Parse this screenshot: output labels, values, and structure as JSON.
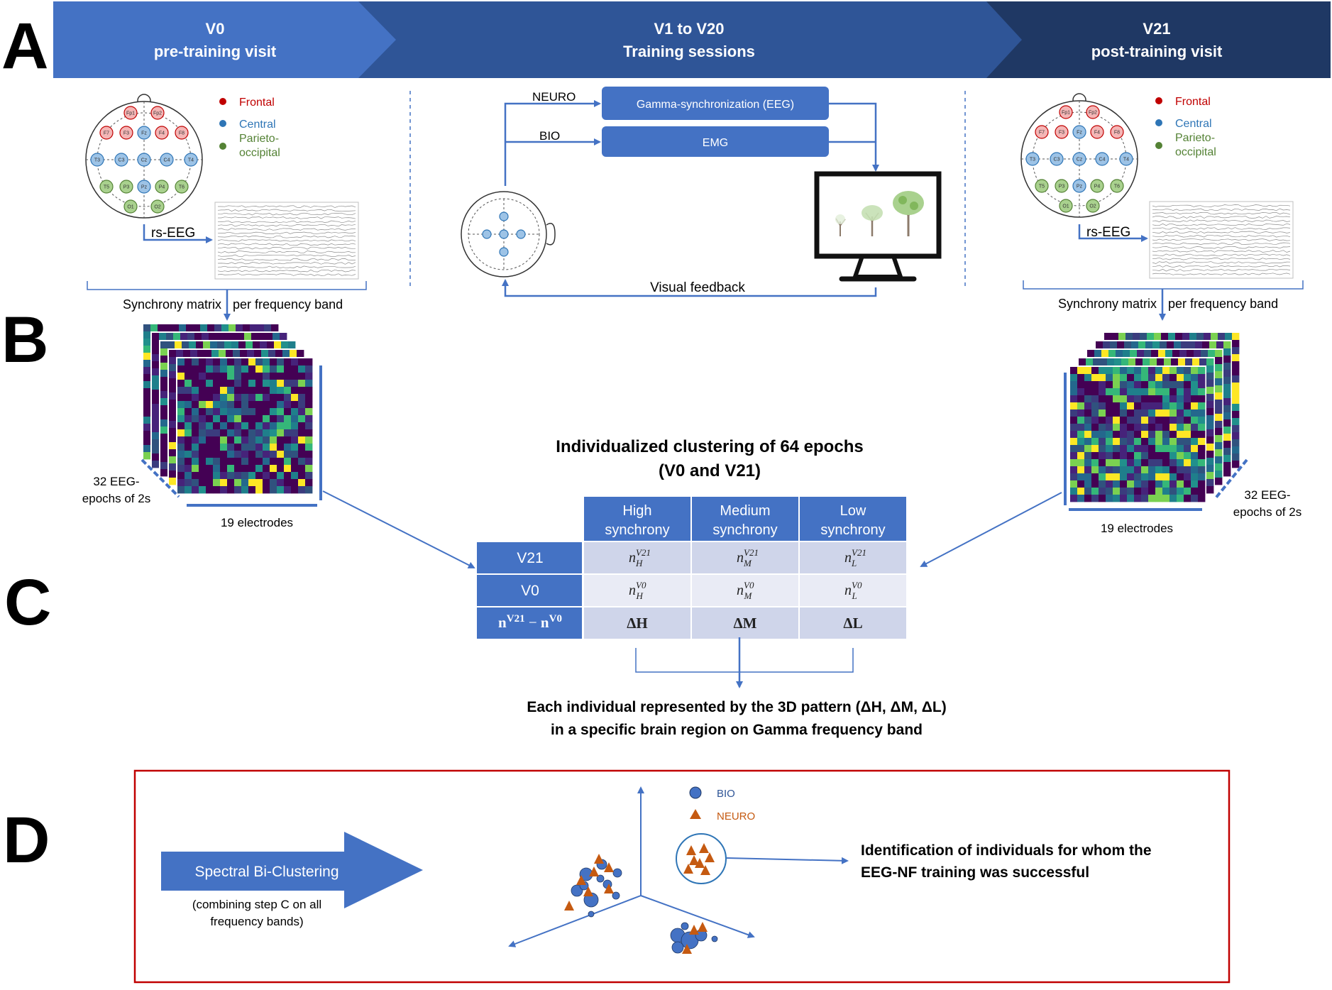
{
  "panel_letters": {
    "a": "A",
    "b": "B",
    "c": "C",
    "d": "D"
  },
  "banner": {
    "v0": {
      "line1": "V0",
      "line2": "pre-training visit"
    },
    "v1_20": {
      "line1": "V1 to V20",
      "line2": "Training sessions"
    },
    "v21": {
      "line1": "V21",
      "line2": "post-training visit"
    },
    "colors": {
      "v0": "#4472C4",
      "v1_20": "#2F5597",
      "v21": "#1F3864"
    }
  },
  "legend": {
    "frontal": "Frontal",
    "central": "Central",
    "parieto_line1": "Parieto-",
    "parieto_line2": "occipital"
  },
  "region_colors": {
    "frontal": "#C00000",
    "central": "#2E75B6",
    "parieto": "#548235"
  },
  "electrodes": {
    "labels": [
      "Fp1",
      "Fp2",
      "F7",
      "F3",
      "Fz",
      "F4",
      "F8",
      "T3",
      "C3",
      "Cz",
      "C4",
      "T4",
      "T5",
      "P3",
      "Pz",
      "P4",
      "T6",
      "O1",
      "O2"
    ],
    "regions": [
      "frontal",
      "frontal",
      "frontal",
      "frontal",
      "central",
      "frontal",
      "frontal",
      "central",
      "central",
      "central",
      "central",
      "central",
      "parieto",
      "parieto",
      "central",
      "parieto",
      "parieto",
      "parieto",
      "parieto"
    ]
  },
  "rs_eeg": "rs-EEG",
  "synchrony_label": {
    "left": "Synchrony matrix",
    "right": "per frequency band"
  },
  "training": {
    "neuro": "NEURO",
    "bio": "BIO",
    "eeg_box": "Gamma-synchronization (EEG)",
    "emg_box": "EMG",
    "visual_feedback": "Visual feedback"
  },
  "matrix": {
    "epochs_line1": "32 EEG-",
    "epochs_line2": "epochs of 2s",
    "electrodes": "19 electrodes"
  },
  "clustering": {
    "title_line1": "Individualized clustering of 64 epochs",
    "title_line2": "(V0 and V21)",
    "columns": [
      {
        "line1": "High",
        "line2": "synchrony"
      },
      {
        "line1": "Medium",
        "line2": "synchrony"
      },
      {
        "line1": "Low",
        "line2": "synchrony"
      }
    ],
    "rows": [
      "V21",
      "V0"
    ],
    "cell_sub": [
      "H",
      "M",
      "L"
    ],
    "cell_sup": [
      "V21",
      "V0"
    ],
    "diff_row": {
      "base": "n",
      "sup1": "V21",
      "minus": "−",
      "sup2": "V0"
    },
    "deltas": [
      "ΔH",
      "ΔM",
      "ΔL"
    ],
    "colors": {
      "header": "#4472C4",
      "row1": "#CFD5EA",
      "row2": "#E9EBF5",
      "row3": "#CFD5EA"
    },
    "summary_line1": "Each individual represented by the 3D pattern (ΔH, ΔM, ΔL)",
    "summary_line2": "in a specific brain region on Gamma frequency band"
  },
  "panel_d": {
    "arrow_label": "Spectral Bi-Clustering",
    "note_line1": "(combining step C on all",
    "note_line2": "frequency bands)",
    "legend_bio": "BIO",
    "legend_neuro": "NEURO",
    "result_line1": "Identification of individuals for whom the",
    "result_line2": "EEG-NF training was successful",
    "colors": {
      "bio": "#4472C4",
      "neuro": "#C55A11",
      "border": "#C00000"
    }
  }
}
